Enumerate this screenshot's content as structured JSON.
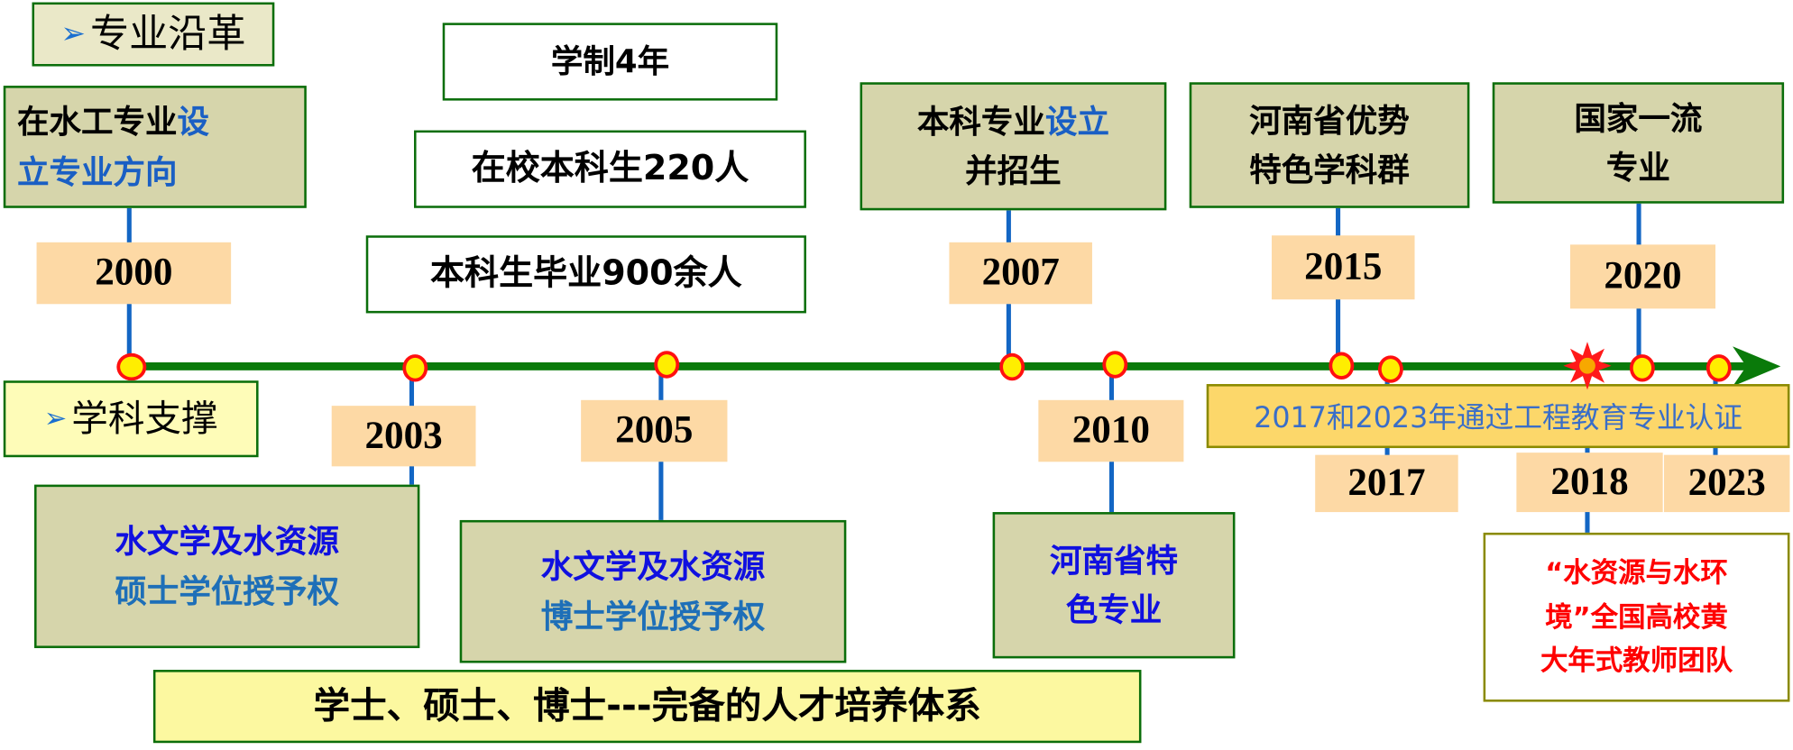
{
  "headers": {
    "history": "专业沿革",
    "discipline": "学科支撑",
    "marker": "➢"
  },
  "stats": {
    "duration": "学制4年",
    "enrolled": "在校本科生220人",
    "graduated": "本科生毕业900余人"
  },
  "top_events": [
    {
      "year": "2000",
      "line1_black": "在水工专业",
      "line1_blue": "设",
      "line2_blue": "立专业方向"
    },
    {
      "year": "2007",
      "line1_black": "本科专业",
      "line1_blue": "设立",
      "line2": "并招生"
    },
    {
      "year": "2015",
      "line1": "河南省优势",
      "line2": "特色学科群"
    },
    {
      "year": "2020",
      "line1": "国家一流",
      "line2": "专业"
    }
  ],
  "bottom_events": [
    {
      "year": "2003",
      "line1": "水文学及水资源",
      "line2": "硕士学位授予权"
    },
    {
      "year": "2005",
      "line1": "水文学及水资源",
      "line2": "博士学位授予权"
    },
    {
      "year": "2010",
      "line1": "河南省特",
      "line2": "色专业"
    },
    {
      "year": "2017"
    },
    {
      "year": "2018",
      "line1": "“水资源与水环",
      "line2": "境”全国高校黄",
      "line3": "大年式教师团队"
    },
    {
      "year": "2023"
    }
  ],
  "certification": "2017和2023年通过工程教育专业认证",
  "summary": "学士、硕士、博士---完备的人才培养体系",
  "colors": {
    "timeline": "#0a7a0a",
    "connector": "#1366c4",
    "year_bg": "#fdd9a5",
    "box_bg": "#d6d5ab",
    "cert_bg": "#fcd76a"
  }
}
